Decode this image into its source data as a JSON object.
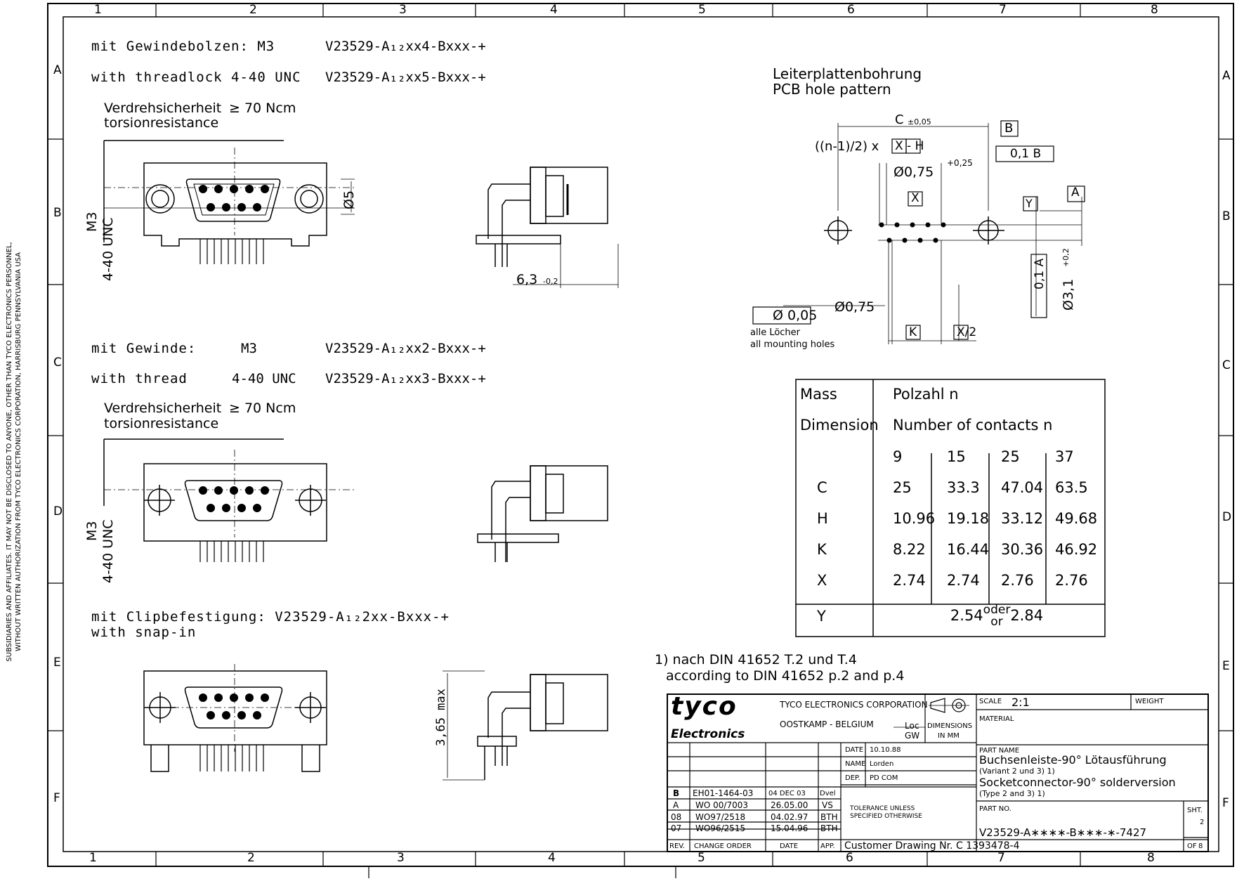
{
  "grid": {
    "cols": [
      "1",
      "2",
      "3",
      "4",
      "5",
      "6",
      "7",
      "8"
    ],
    "rows": [
      "A",
      "B",
      "C",
      "D",
      "E",
      "F"
    ]
  },
  "side_text": {
    "line1": "SUBSIDIARIES AND AFFILIATES. IT MAY NOT BE DISCLOSED TO ANYONE, OTHER THAN TYCO ELECTRONICS PERSONNEL,",
    "line2": "WITHOUT WRITTEN AUTHORIZATION FROM TYCO ELECTRONICS CORPORATION, HARRISBURG PENNSYLVANIA USA"
  },
  "variants": {
    "bolt_de": "mit Gewindebolzen: M3",
    "bolt_de_code": "V23529-A₁₂xx4-Bxxx-+",
    "bolt_en": "with threadlock 4-40 UNC",
    "bolt_en_code": "V23529-A₁₂xx5-Bxxx-+",
    "thread_de": "mit Gewinde:",
    "thread_de_m3": "M3",
    "thread_de_code": "V23529-A₁₂xx2-Bxxx-+",
    "thread_en": "with thread",
    "thread_en_unc": "4-40 UNC",
    "thread_en_code": "V23529-A₁₂xx3-Bxxx-+",
    "clip_de": "mit Clipbefestigung: V23529-A₁₂2xx-Bxxx-+",
    "clip_en": "with snap-in"
  },
  "torsion": {
    "de": "Verdrehsicherheit",
    "value": "≥ 70 Ncm",
    "en": "torsionresistance"
  },
  "dims": {
    "m3": "M3",
    "unc": "4-40 UNC",
    "d5": "Ø5",
    "d63": "6,3",
    "d63_tol": "-0,2",
    "d365": "3,65 max"
  },
  "pcb": {
    "title_de": "Leiterplattenbohrung",
    "title_en": "PCB hole pattern",
    "c_label": "C",
    "c_tol": "±0,05",
    "ref_b": "B",
    "ref_a": "A",
    "ref_x": "X",
    "ref_y": "Y",
    "ref_k": "K",
    "formula": "((n-1)/2) x",
    "formula_xh": "X - H",
    "d075": "Ø0,75",
    "d075_tol": "+0,25",
    "flatness_b": "0,1 B",
    "flatness_a": "0,1 A",
    "d31": "Ø3,1",
    "d31_tol": "+0,2",
    "pos_tol": "Ø 0,05",
    "all_holes_de": "alle Löcher",
    "all_holes_en": "all mounting holes",
    "x_half": "X/2"
  },
  "table": {
    "mass": "Mass",
    "dimension": "Dimension",
    "polzahl": "Polzahl n",
    "contacts": "Number of contacts n",
    "cols": [
      "9",
      "15",
      "25",
      "37"
    ],
    "rows": [
      {
        "k": "C",
        "v": [
          "25",
          "33.3",
          "47.04",
          "63.5"
        ]
      },
      {
        "k": "H",
        "v": [
          "10.96",
          "19.18",
          "33.12",
          "49.68"
        ]
      },
      {
        "k": "K",
        "v": [
          "8.22",
          "16.44",
          "30.36",
          "46.92"
        ]
      },
      {
        "k": "X",
        "v": [
          "2.74",
          "2.74",
          "2.76",
          "2.76"
        ]
      }
    ],
    "y_key": "Y",
    "y_a": "2.54",
    "y_oder": "oder",
    "y_or": "or",
    "y_b": "2.84"
  },
  "footnote": {
    "de": "1) nach DIN 41652 T.2 und T.4",
    "en": "according to DIN 41652 p.2 and p.4"
  },
  "titleblock": {
    "logo": "tyco",
    "logo_sub": "Electronics",
    "company": "TYCO ELECTRONICS CORPORATION",
    "location": "OOSTKAMP - BELGIUM",
    "loc": "Loc",
    "gw": "GW",
    "dimensions": "DIMENSIONS",
    "in_mm": "IN MM",
    "scale_label": "SCALE",
    "scale": "2:1",
    "weight_label": "WEIGHT",
    "material_label": "MATERIAL",
    "date_label": "DATE",
    "date": "10.10.88",
    "name_label": "NAME",
    "name": "Lorden",
    "dep_label": "DEP.",
    "dep": "PD COM",
    "partname_label": "PART NAME",
    "partname1": "Buchsenleiste-90° Lötausführung",
    "partname1b": "(Variant 2 und 3) 1)",
    "partname2": "Socketconnector-90° solderversion",
    "partname2b": "(Type 2 and 3) 1)",
    "tolerance1": "TOLERANCE UNLESS",
    "tolerance2": "SPECIFIED OTHERWISE",
    "partno_label": "PART NO.",
    "partno": "V23529-A∗∗∗∗-B∗∗∗-∗-7427",
    "sht_label": "SHT.",
    "sht": "2",
    "of_label": "OF",
    "of": "8",
    "customer": "Customer Drawing Nr.  C 1393478-4",
    "rev_label": "REV.",
    "change_label": "CHANGE ORDER",
    "revdate_label": "DATE",
    "app_label": "APP.",
    "revisions": [
      {
        "rev": "B",
        "co": "EH01-1464-03",
        "date": "04 DEC 03",
        "app": "Dvel"
      },
      {
        "rev": "A",
        "co": "WO 00/7003",
        "date": "26.05.00",
        "app": "VS"
      },
      {
        "rev": "08",
        "co": "WO97/2518",
        "date": "04.02.97",
        "app": "BTH"
      },
      {
        "rev": "07",
        "co": "WO96/2515",
        "date": "15.04.96",
        "app": "BTH"
      }
    ]
  }
}
